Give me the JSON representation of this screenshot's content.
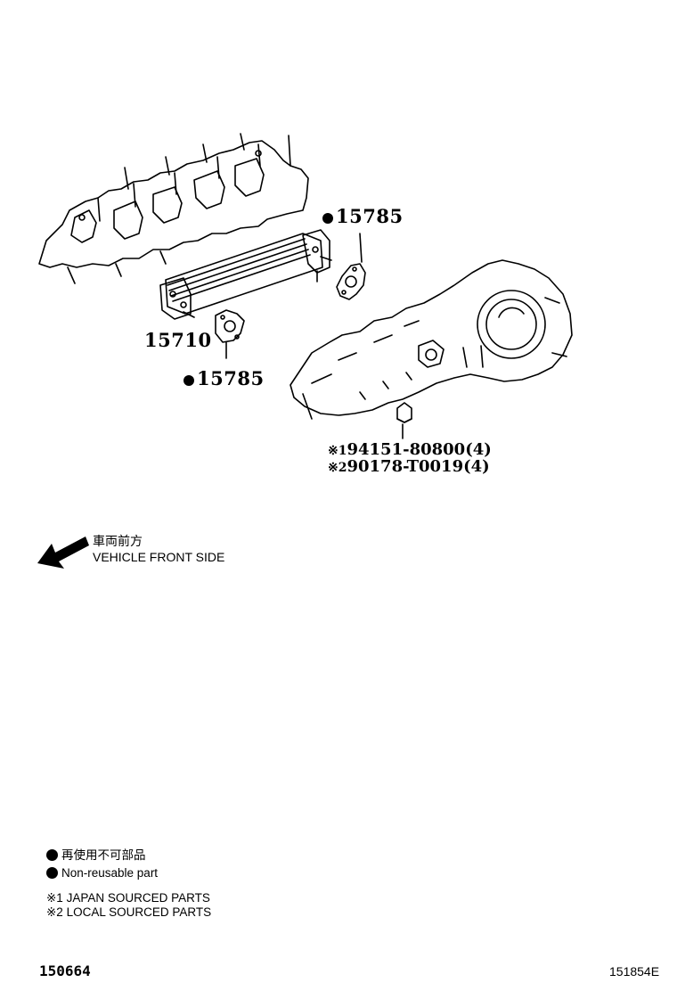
{
  "callouts": {
    "gasket_top": "15785",
    "oil_cooler": "15710",
    "gasket_bottom": "15785"
  },
  "parts_list": [
    {
      "mark": "※1",
      "number": "94151-80800(4)"
    },
    {
      "mark": "※2",
      "number": "90178-T0019(4)"
    }
  ],
  "direction": {
    "label_jp": "車両前方",
    "label_en": "VEHICLE FRONT SIDE"
  },
  "legend": {
    "non_reusable_jp": "再使用不可部品",
    "non_reusable_en": "Non-reusable part",
    "note1": "※1 JAPAN SOURCED PARTS",
    "note2": "※2 LOCAL SOURCED PARTS"
  },
  "footer": {
    "left_code": "150664",
    "right_code": "151854E"
  },
  "icons": {
    "non_reusable_marker": "filled-circle-icon",
    "direction_arrow": "arrow-down-left-icon"
  }
}
